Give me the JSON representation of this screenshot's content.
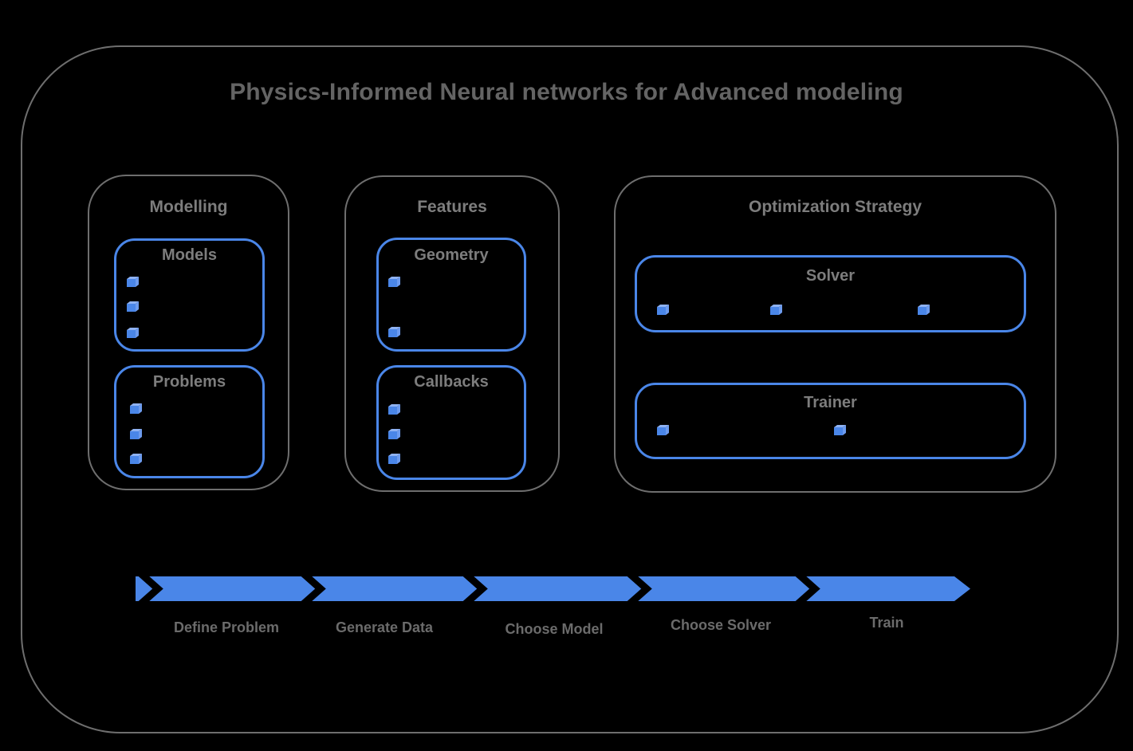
{
  "title": "Physics-Informed Neural networks for Advanced modeling",
  "colors": {
    "background": "#000000",
    "accent_blue": "#4a86e8",
    "cube_top_blue": "#8fb2f2",
    "cube_side_blue": "#6d9bee",
    "outline_gray": "#6e6e6e",
    "title_gray": "#646464",
    "label_gray": "#6b6b6b"
  },
  "groups": [
    {
      "title": "Modelling",
      "boxes": [
        {
          "title": "Models",
          "bullet_count": 3
        },
        {
          "title": "Problems",
          "bullet_count": 3
        }
      ]
    },
    {
      "title": "Features",
      "boxes": [
        {
          "title": "Geometry",
          "bullet_count": 2
        },
        {
          "title": "Callbacks",
          "bullet_count": 3
        }
      ]
    },
    {
      "title": "Optimization Strategy",
      "boxes": [
        {
          "title": "Solver",
          "bullet_count": 3
        },
        {
          "title": "Trainer",
          "bullet_count": 2
        }
      ]
    }
  ],
  "pipeline": {
    "steps": [
      {
        "label": "Define Problem"
      },
      {
        "label": "Generate Data"
      },
      {
        "label": "Choose Model"
      },
      {
        "label": "Choose Solver"
      },
      {
        "label": "Train"
      }
    ]
  }
}
